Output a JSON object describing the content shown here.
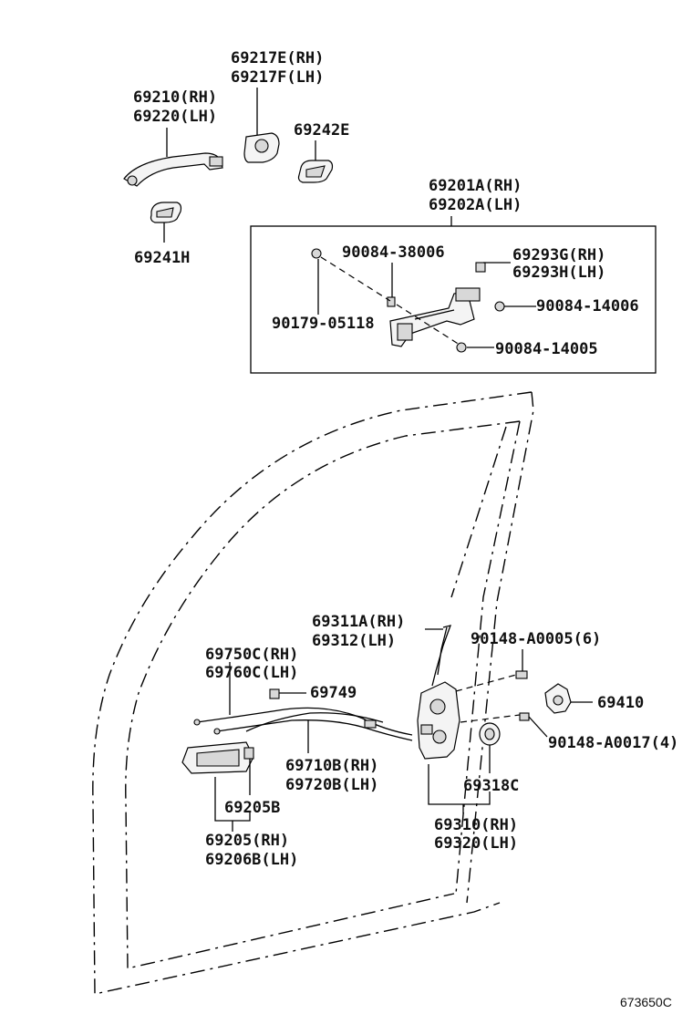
{
  "labels": {
    "p69217e": "69217E(RH)",
    "p69217f": "69217F(LH)",
    "p69210": "69210(RH)",
    "p69220": "69220(LH)",
    "p69242e": "69242E",
    "p69241h": "69241H",
    "p69201a": "69201A(RH)",
    "p69202a": "69202A(LH)",
    "p90084_38006": "90084-38006",
    "p69293g": "69293G(RH)",
    "p69293h": "69293H(LH)",
    "p90179": "90179-05118",
    "p90084_14006": "90084-14006",
    "p90084_14005": "90084-14005",
    "p69311a": "69311A(RH)",
    "p69312": "69312(LH)",
    "p90148_a0005": "90148-A0005(6)",
    "p69750c": "69750C(RH)",
    "p69760c": "69760C(LH)",
    "p69749": "69749",
    "p69410": "69410",
    "p90148_a0017": "90148-A0017(4)",
    "p69710b": "69710B(RH)",
    "p69720b": "69720B(LH)",
    "p69205b": "69205B",
    "p69318c": "69318C",
    "p69310": "69310(RH)",
    "p69320": "69320(LH)",
    "p69205": "69205(RH)",
    "p69206b": "69206B(LH)"
  },
  "figure_ref": "673650C"
}
